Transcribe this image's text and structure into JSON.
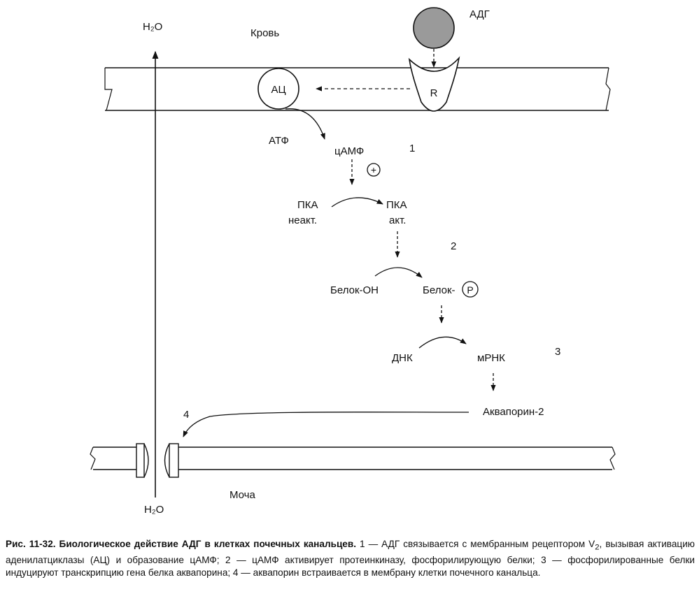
{
  "labels": {
    "h2o_top": "H₂O",
    "blood": "Кровь",
    "adh": "АДГ",
    "ac": "АЦ",
    "receptor": "R",
    "atp": "АТФ",
    "camp": "цАМФ",
    "step1": "1",
    "plus": "+",
    "pka_inactive_1": "ПКА",
    "pka_inactive_2": "неакт.",
    "pka_active_1": "ПКА",
    "pka_active_2": "акт.",
    "step2": "2",
    "protein_oh": "Белок-ОН",
    "protein_p": "Белок-",
    "phospho": "P",
    "dna": "ДНК",
    "mrna": "мРНК",
    "step3": "3",
    "aquaporin": "Аквапорин-2",
    "step4": "4",
    "urine": "Моча",
    "h2o_bottom": "H₂O"
  },
  "caption": {
    "title": "Рис. 11-32. Биологическое действие АДГ в клетках почечных канальцев.",
    "text_1": " 1 — АДГ связывается с мембранным рецептором V",
    "sub_2": "2",
    "text_2": ", вызывая активацию аденилатциклазы (АЦ) и образование цАМФ; 2 — цАМФ активирует протеинкиназу, фосфорилирующую белки; 3 — фосфорилированные белки индуцируют транскрипцию гена белка аквапорина; 4 — аквапорин встраивается в мембрану клетки почечного канальца."
  }
}
